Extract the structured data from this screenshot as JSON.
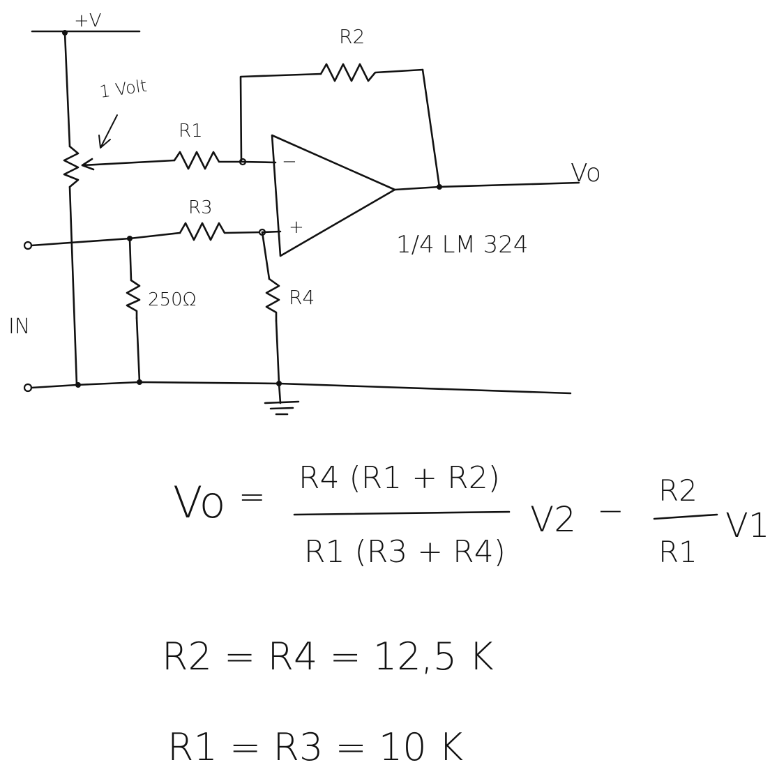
{
  "schematic": {
    "supply_label": "+V",
    "pot_label": "1 Volt",
    "r1_label": "R1",
    "r2_label": "R2",
    "r3_label": "R3",
    "r4_label": "R4",
    "shunt_label": "250Ω",
    "input_label": "IN",
    "output_label": "Vo",
    "inv_sign": "−",
    "noninv_sign": "+",
    "opamp_label": "1/4 LM 324"
  },
  "formula": {
    "lhs": "Vo",
    "equals": "=",
    "numerator": "R4 (R1 + R2)",
    "denominator": "R1 (R3 + R4)",
    "v2": "V2",
    "minus": "−",
    "ratio_num": "R2",
    "ratio_den": "R1",
    "v1": "V1"
  },
  "values": {
    "line1": "R2 = R4 = 12,5 K",
    "line2": "R1 = R3 = 10 K"
  }
}
